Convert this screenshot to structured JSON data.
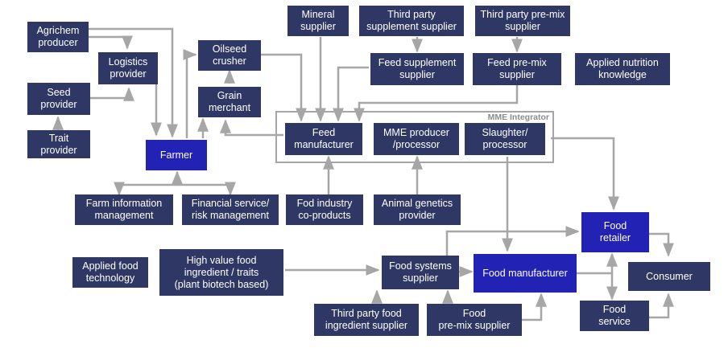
{
  "colors": {
    "node_dark": "#2f3865",
    "node_bright": "#2222b4",
    "connector": "#a6a6a6"
  },
  "integrator": {
    "label": "MME Integrator"
  },
  "nodes": {
    "agrichem": "Agrichem\nproducer",
    "logistics": "Logistics\nprovider",
    "seed": "Seed\nprovider",
    "trait": "Trait\nprovider",
    "farmer": "Farmer",
    "oilseed": "Oilseed\ncrusher",
    "grain": "Grain\nmerchant",
    "mineral": "Mineral\nsupplier",
    "tpsupp": "Third party\nsupplement supplier",
    "tppremix": "Third party pre-mix\nsupplier",
    "feedsupp": "Feed supplement\nsupplier",
    "feedpremix": "Feed pre-mix\nsupplier",
    "appliednut": "Applied nutrition\nknowledge",
    "feedmfr": "Feed\nmanufacturer",
    "mmeproducer": "MME producer\n/processor",
    "slaughter": "Slaughter/\nprocessor",
    "farminfo": "Farm information\nmanagement",
    "financial": "Financial service/\nrisk management",
    "fodindustry": "Fod industry\nco-products",
    "animalgen": "Animal genetics\nprovider",
    "foodretailer": "Food\nretailer",
    "appliedfood": "Applied food\ntechnology",
    "highvalue": "High value food\ningredient / traits\n(plant biotech based)",
    "foodsystems": "Food systems\nsupplier",
    "foodmfr": "Food manufacturer",
    "consumer": "Consumer",
    "tpfoodingr": "Third party food\ningredient supplier",
    "foodpremix": "Food\npre-mix supplier",
    "foodservice": "Food\nservice"
  }
}
